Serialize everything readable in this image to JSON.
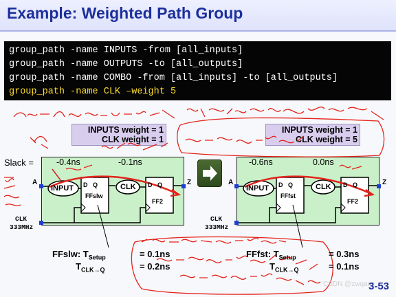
{
  "slide": {
    "title": "Example: Weighted Path Group",
    "page_number": "3-53",
    "watermark": "CSDN @zwqanz"
  },
  "code": {
    "lines": [
      "group_path -name INPUTS -from [all_inputs]",
      "group_path -name OUTPUTS -to [all_outputs]",
      "group_path -name COMBO -from [all_inputs] -to [all_outputs]",
      "group_path -name CLK –weight 5"
    ]
  },
  "left": {
    "weight_line1": "INPUTS weight = 1",
    "weight_line2": "CLK  weight = 1",
    "slack_label": "Slack =",
    "slack_a": "-0.4ns",
    "slack_b": "-0.1ns",
    "pin_a": "A",
    "pin_z": "Z",
    "input_label": "INPUT",
    "clk_block": "CLK",
    "ff1_name": "FFslw",
    "ff2_name": "FF2",
    "dq": "D   Q",
    "clk_pin": "CLK",
    "freq": "333MHz",
    "t_name": "FFslw: T",
    "t_setup_sub": "Setup",
    "t_setup_val": "= 0.1ns",
    "t_clk_sub": "CLK→Q",
    "t_clk_val": "= 0.2ns"
  },
  "right": {
    "weight_line1": "INPUTS weight = 1",
    "weight_line2": "CLK  weight = 5",
    "slack_a": "-0.6ns",
    "slack_b": "0.0ns",
    "pin_a": "A",
    "pin_z": "Z",
    "input_label": "INPUT",
    "clk_block": "CLK",
    "ff1_name": "FFfst",
    "ff2_name": "FF2",
    "dq": "D   Q",
    "clk_pin": "CLK",
    "freq": "333MHz",
    "t_name": "FFfst: T",
    "t_setup_sub": "Setup",
    "t_setup_val": "= 0.3ns",
    "t_clk_sub": "CLK→Q",
    "t_clk_val": "= 0.1ns"
  },
  "colors": {
    "title": "#1c2f9c",
    "code_bg": "#050505",
    "highlight": "#ffdf2a",
    "panel_bg": "#c9f0c8",
    "weight_box": "#d9cdee",
    "annotation": "#e4231b"
  },
  "icons": {
    "next_arrow": "right-arrow-icon"
  }
}
